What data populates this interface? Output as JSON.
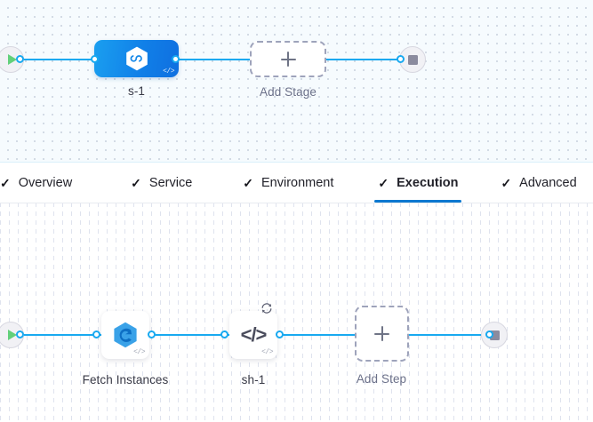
{
  "pipeline": {
    "stage_canvas": {
      "name": "stage-graph",
      "start_node": {
        "icon": "play-icon",
        "label": ""
      },
      "end_node": {
        "icon": "stop-icon",
        "label": ""
      },
      "nodes": [
        {
          "id": "s-1",
          "label": "s-1",
          "type": "stage",
          "icon": "harness-hexagon-icon",
          "badge": "</>"
        },
        {
          "id": "add-stage",
          "label": "Add Stage",
          "type": "add",
          "icon": "plus-icon"
        }
      ]
    },
    "step_canvas": {
      "name": "step-graph",
      "start_node": {
        "icon": "play-icon",
        "label": ""
      },
      "end_node": {
        "icon": "stop-icon",
        "label": ""
      },
      "nodes": [
        {
          "id": "fetch-instances",
          "label": "Fetch Instances",
          "type": "step",
          "icon": "deployment-swirl-icon",
          "badge": "</>"
        },
        {
          "id": "sh-1",
          "label": "sh-1",
          "type": "step",
          "icon": "code-icon",
          "glyph": "</>",
          "badge": "</>",
          "loop_badge": "loop-icon"
        },
        {
          "id": "add-step",
          "label": "Add Step",
          "type": "add",
          "icon": "plus-icon"
        }
      ]
    }
  },
  "tabs": {
    "name": "pipeline-config-tabs",
    "items": [
      {
        "label": "Overview",
        "check": "✓",
        "active": false
      },
      {
        "label": "Service",
        "check": "✓",
        "active": false
      },
      {
        "label": "Environment",
        "check": "✓",
        "active": false
      },
      {
        "label": "Execution",
        "check": "✓",
        "active": true
      },
      {
        "label": "Advanced",
        "check": "✓",
        "active": false
      }
    ]
  },
  "colors": {
    "edge": "#18a9f0",
    "accent": "#0b78d0",
    "stage_gradient_from": "#1a9ff0",
    "stage_gradient_to": "#0f6fe0",
    "play": "#62d07a",
    "stop": "#8b8b9e",
    "label": "#383946",
    "muted_label": "#6b7089",
    "canvas_top_bg": "#f6fbfe",
    "canvas_bottom_bg": "#ffffff"
  }
}
